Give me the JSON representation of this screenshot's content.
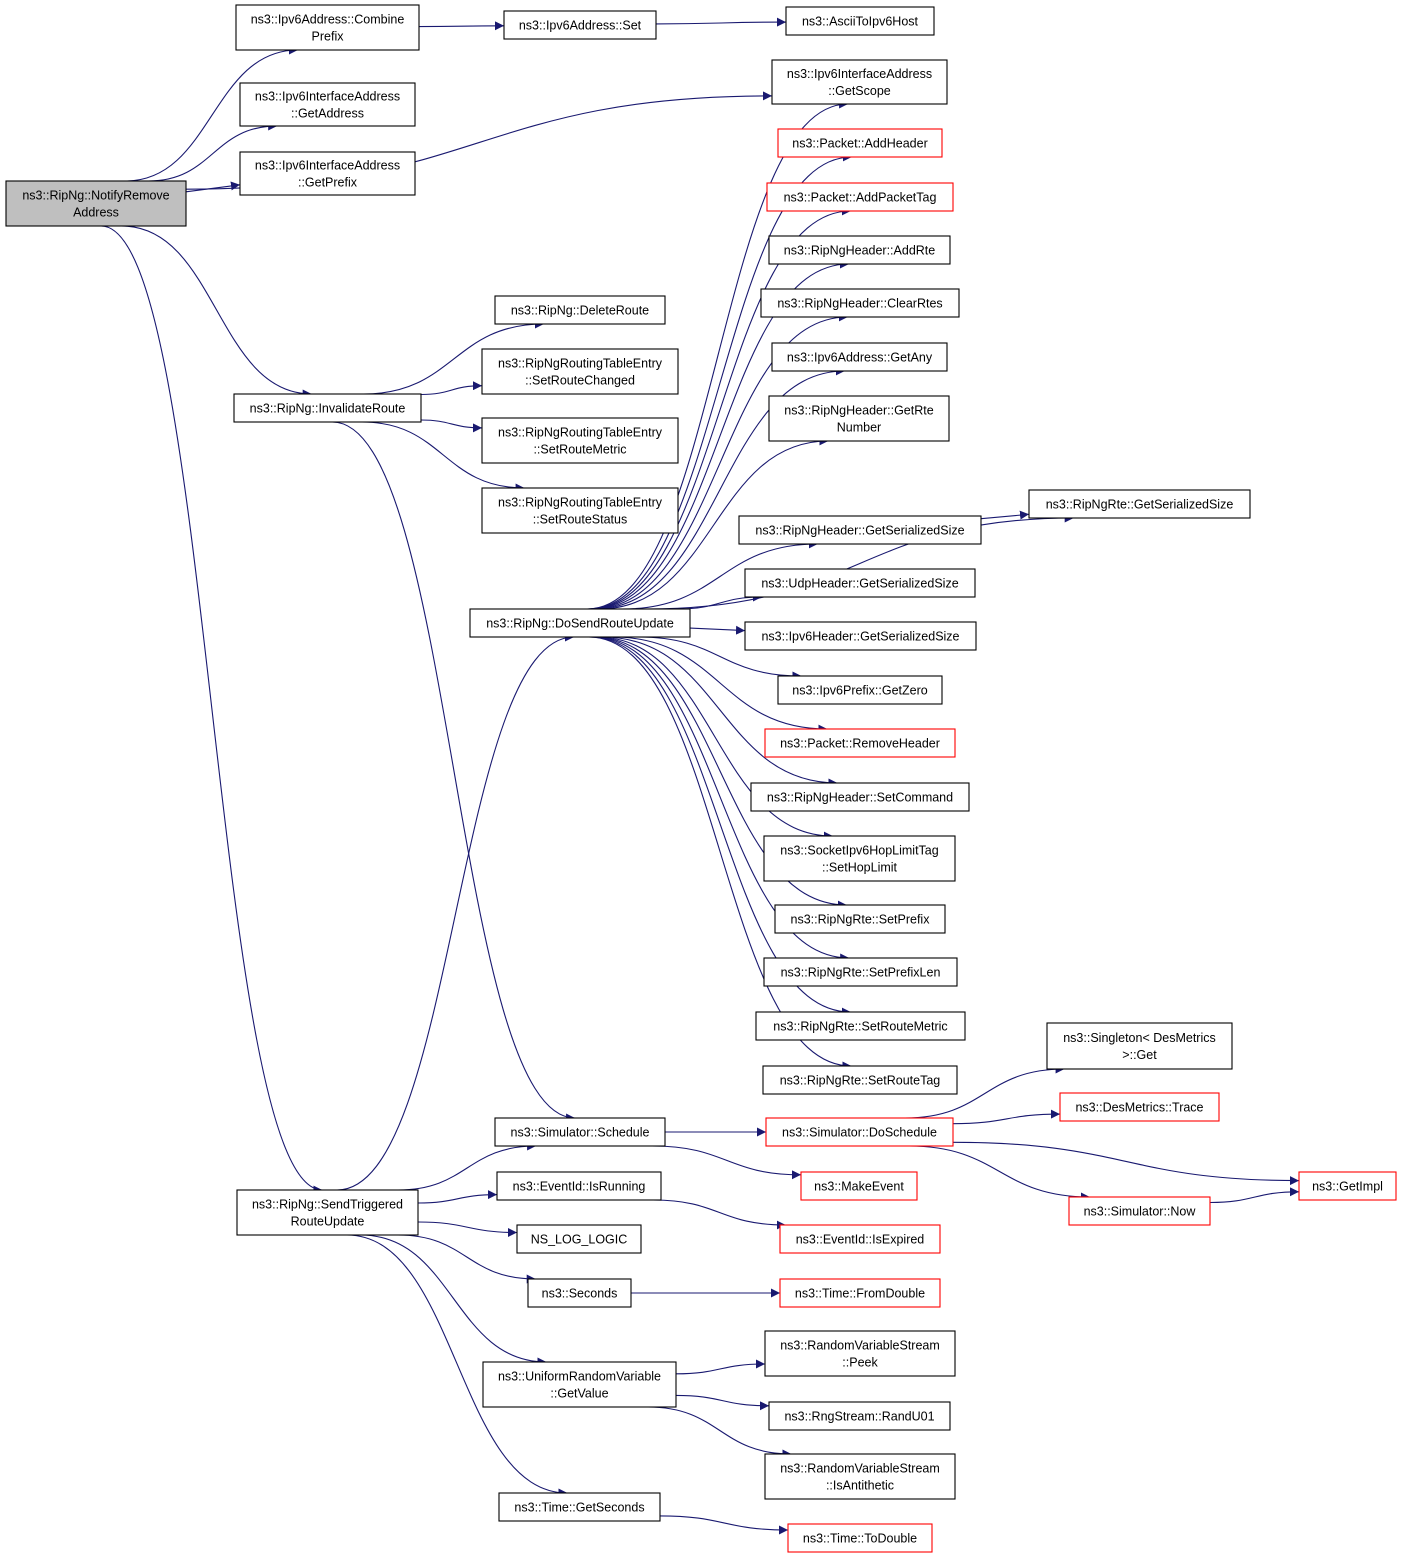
{
  "colors": {
    "edge": "#191970",
    "node_border": "#000000",
    "node_border_partial": "#ff0000",
    "root_fill": "#bfbfbf",
    "node_fill": "#ffffff"
  },
  "nodes": [
    {
      "id": "notify",
      "lines": [
        "ns3::RipNg::NotifyRemove",
        "Address"
      ],
      "root": true
    },
    {
      "id": "combine",
      "lines": [
        "ns3::Ipv6Address::Combine",
        "Prefix"
      ]
    },
    {
      "id": "set",
      "lines": [
        "ns3::Ipv6Address::Set"
      ]
    },
    {
      "id": "ascii",
      "lines": [
        "ns3::AsciiToIpv6Host"
      ]
    },
    {
      "id": "getaddr",
      "lines": [
        "ns3::Ipv6InterfaceAddress",
        "::GetAddress"
      ]
    },
    {
      "id": "getprefix",
      "lines": [
        "ns3::Ipv6InterfaceAddress",
        "::GetPrefix"
      ]
    },
    {
      "id": "getscope",
      "lines": [
        "ns3::Ipv6InterfaceAddress",
        "::GetScope"
      ]
    },
    {
      "id": "addheader",
      "lines": [
        "ns3::Packet::AddHeader"
      ],
      "partial": true
    },
    {
      "id": "addpackettag",
      "lines": [
        "ns3::Packet::AddPacketTag"
      ],
      "partial": true
    },
    {
      "id": "addrte",
      "lines": [
        "ns3::RipNgHeader::AddRte"
      ]
    },
    {
      "id": "clearrtes",
      "lines": [
        "ns3::RipNgHeader::ClearRtes"
      ]
    },
    {
      "id": "getany",
      "lines": [
        "ns3::Ipv6Address::GetAny"
      ]
    },
    {
      "id": "getrtenumber",
      "lines": [
        "ns3::RipNgHeader::GetRte",
        "Number"
      ]
    },
    {
      "id": "rteserial",
      "lines": [
        "ns3::RipNgRte::GetSerializedSize"
      ]
    },
    {
      "id": "hdrserial",
      "lines": [
        "ns3::RipNgHeader::GetSerializedSize"
      ]
    },
    {
      "id": "udpserial",
      "lines": [
        "ns3::UdpHeader::GetSerializedSize"
      ]
    },
    {
      "id": "ipv6serial",
      "lines": [
        "ns3::Ipv6Header::GetSerializedSize"
      ]
    },
    {
      "id": "getzero",
      "lines": [
        "ns3::Ipv6Prefix::GetZero"
      ]
    },
    {
      "id": "removeheader",
      "lines": [
        "ns3::Packet::RemoveHeader"
      ],
      "partial": true
    },
    {
      "id": "setcommand",
      "lines": [
        "ns3::RipNgHeader::SetCommand"
      ]
    },
    {
      "id": "sethoplimit",
      "lines": [
        "ns3::SocketIpv6HopLimitTag",
        "::SetHopLimit"
      ]
    },
    {
      "id": "setprefix",
      "lines": [
        "ns3::RipNgRte::SetPrefix"
      ]
    },
    {
      "id": "setprefixlen",
      "lines": [
        "ns3::RipNgRte::SetPrefixLen"
      ]
    },
    {
      "id": "rtesetmetric",
      "lines": [
        "ns3::RipNgRte::SetRouteMetric"
      ]
    },
    {
      "id": "setroutetag",
      "lines": [
        "ns3::RipNgRte::SetRouteTag"
      ]
    },
    {
      "id": "deleteroute",
      "lines": [
        "ns3::RipNg::DeleteRoute"
      ]
    },
    {
      "id": "invalidate",
      "lines": [
        "ns3::RipNg::InvalidateRoute"
      ]
    },
    {
      "id": "setchanged",
      "lines": [
        "ns3::RipNgRoutingTableEntry",
        "::SetRouteChanged"
      ]
    },
    {
      "id": "setmetric",
      "lines": [
        "ns3::RipNgRoutingTableEntry",
        "::SetRouteMetric"
      ]
    },
    {
      "id": "setstatus",
      "lines": [
        "ns3::RipNgRoutingTableEntry",
        "::SetRouteStatus"
      ]
    },
    {
      "id": "dosend",
      "lines": [
        "ns3::RipNg::DoSendRouteUpdate"
      ]
    },
    {
      "id": "singleton",
      "lines": [
        "ns3::Singleton< DesMetrics",
        ">::Get"
      ]
    },
    {
      "id": "trace",
      "lines": [
        "ns3::DesMetrics::Trace"
      ],
      "partial": true
    },
    {
      "id": "schedule",
      "lines": [
        "ns3::Simulator::Schedule"
      ]
    },
    {
      "id": "doschedule",
      "lines": [
        "ns3::Simulator::DoSchedule"
      ],
      "partial": true
    },
    {
      "id": "makeevent",
      "lines": [
        "ns3::MakeEvent"
      ],
      "partial": true
    },
    {
      "id": "getimpl",
      "lines": [
        "ns3::GetImpl"
      ],
      "partial": true
    },
    {
      "id": "now",
      "lines": [
        "ns3::Simulator::Now"
      ],
      "partial": true
    },
    {
      "id": "sendtriggered",
      "lines": [
        "ns3::RipNg::SendTriggered",
        "RouteUpdate"
      ]
    },
    {
      "id": "isrunning",
      "lines": [
        "ns3::EventId::IsRunning"
      ]
    },
    {
      "id": "isexpired",
      "lines": [
        "ns3::EventId::IsExpired"
      ],
      "partial": true
    },
    {
      "id": "loglogic",
      "lines": [
        "NS_LOG_LOGIC"
      ]
    },
    {
      "id": "seconds",
      "lines": [
        "ns3::Seconds"
      ]
    },
    {
      "id": "fromdouble",
      "lines": [
        "ns3::Time::FromDouble"
      ],
      "partial": true
    },
    {
      "id": "peek",
      "lines": [
        "ns3::RandomVariableStream",
        "::Peek"
      ]
    },
    {
      "id": "getvalue",
      "lines": [
        "ns3::UniformRandomVariable",
        "::GetValue"
      ]
    },
    {
      "id": "randu01",
      "lines": [
        "ns3::RngStream::RandU01"
      ]
    },
    {
      "id": "isantithetic",
      "lines": [
        "ns3::RandomVariableStream",
        "::IsAntithetic"
      ]
    },
    {
      "id": "getseconds",
      "lines": [
        "ns3::Time::GetSeconds"
      ]
    },
    {
      "id": "todouble",
      "lines": [
        "ns3::Time::ToDouble"
      ],
      "partial": true
    }
  ],
  "edges": [
    [
      "notify",
      "combine"
    ],
    [
      "notify",
      "getaddr"
    ],
    [
      "notify",
      "getprefix"
    ],
    [
      "notify",
      "getscope"
    ],
    [
      "notify",
      "invalidate"
    ],
    [
      "notify",
      "sendtriggered"
    ],
    [
      "combine",
      "set"
    ],
    [
      "set",
      "ascii"
    ],
    [
      "invalidate",
      "deleteroute"
    ],
    [
      "invalidate",
      "setchanged"
    ],
    [
      "invalidate",
      "setmetric"
    ],
    [
      "invalidate",
      "setstatus"
    ],
    [
      "invalidate",
      "schedule"
    ],
    [
      "dosend",
      "getscope"
    ],
    [
      "dosend",
      "addheader"
    ],
    [
      "dosend",
      "addpackettag"
    ],
    [
      "dosend",
      "addrte"
    ],
    [
      "dosend",
      "clearrtes"
    ],
    [
      "dosend",
      "getany"
    ],
    [
      "dosend",
      "getrtenumber"
    ],
    [
      "dosend",
      "rteserial"
    ],
    [
      "dosend",
      "hdrserial"
    ],
    [
      "dosend",
      "udpserial"
    ],
    [
      "dosend",
      "ipv6serial"
    ],
    [
      "dosend",
      "getzero"
    ],
    [
      "dosend",
      "removeheader"
    ],
    [
      "dosend",
      "setcommand"
    ],
    [
      "dosend",
      "sethoplimit"
    ],
    [
      "dosend",
      "setprefix"
    ],
    [
      "dosend",
      "setprefixlen"
    ],
    [
      "dosend",
      "rtesetmetric"
    ],
    [
      "dosend",
      "setroutetag"
    ],
    [
      "hdrserial",
      "rteserial"
    ],
    [
      "sendtriggered",
      "dosend"
    ],
    [
      "sendtriggered",
      "schedule"
    ],
    [
      "sendtriggered",
      "isrunning"
    ],
    [
      "sendtriggered",
      "loglogic"
    ],
    [
      "sendtriggered",
      "seconds"
    ],
    [
      "sendtriggered",
      "getvalue"
    ],
    [
      "sendtriggered",
      "getseconds"
    ],
    [
      "schedule",
      "doschedule"
    ],
    [
      "schedule",
      "makeevent"
    ],
    [
      "doschedule",
      "singleton"
    ],
    [
      "doschedule",
      "trace"
    ],
    [
      "doschedule",
      "getimpl"
    ],
    [
      "doschedule",
      "now"
    ],
    [
      "now",
      "getimpl"
    ],
    [
      "isrunning",
      "isexpired"
    ],
    [
      "seconds",
      "fromdouble"
    ],
    [
      "getvalue",
      "peek"
    ],
    [
      "getvalue",
      "randu01"
    ],
    [
      "getvalue",
      "isantithetic"
    ],
    [
      "getseconds",
      "todouble"
    ]
  ]
}
